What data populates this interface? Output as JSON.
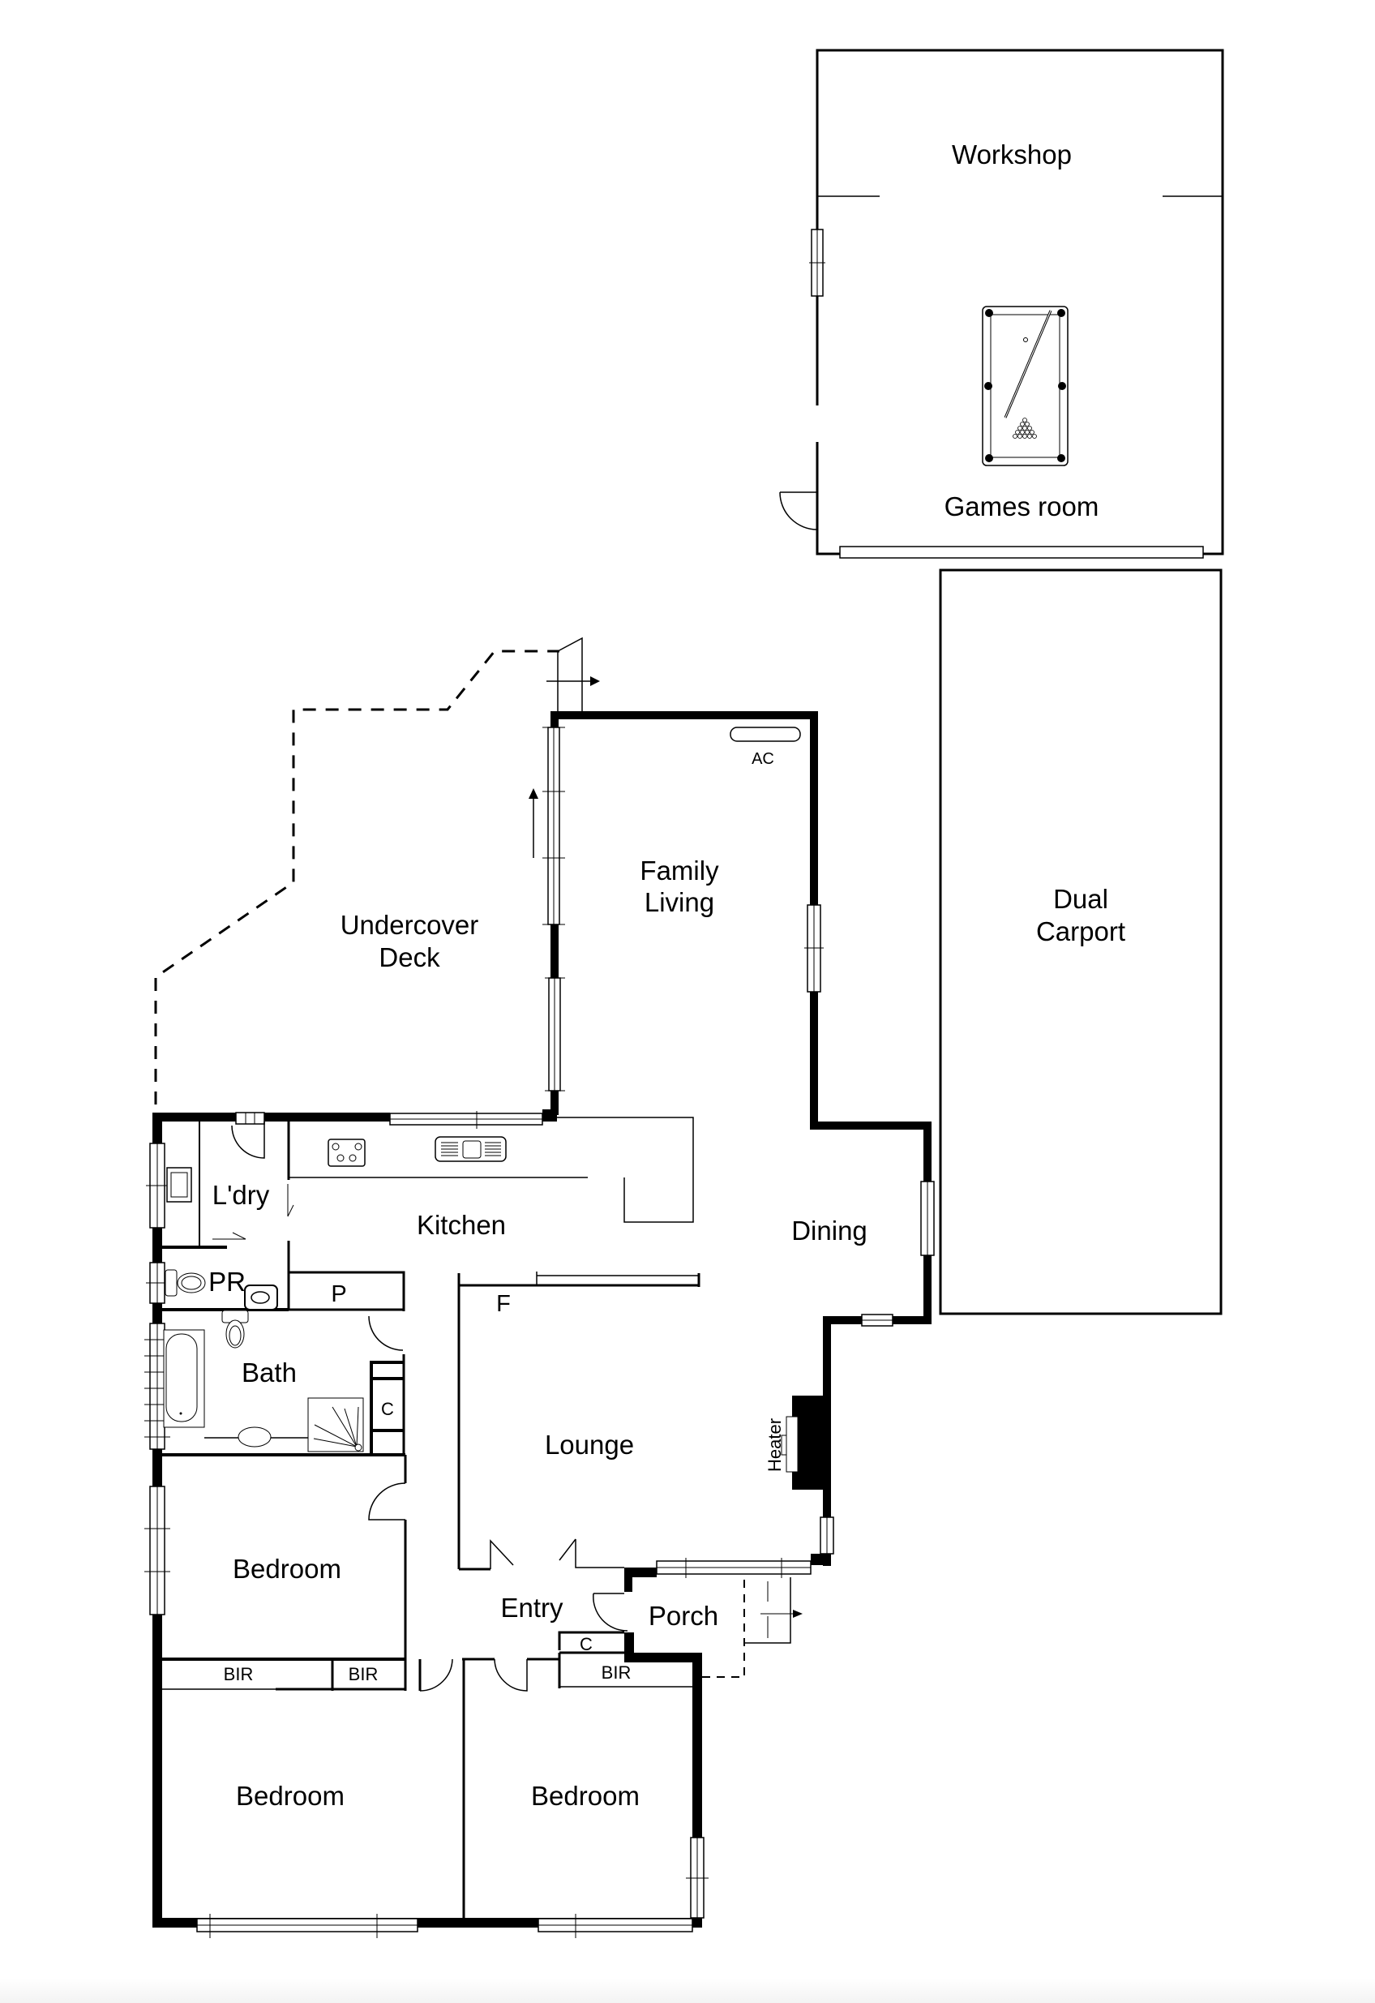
{
  "plan": {
    "type": "residential floor plan",
    "rooms": [
      {
        "id": "workshop",
        "label": "Workshop"
      },
      {
        "id": "games-room",
        "label": "Games room"
      },
      {
        "id": "dual-carport",
        "label_line1": "Dual",
        "label_line2": "Carport"
      },
      {
        "id": "undercover-deck",
        "label_line1": "Undercover",
        "label_line2": "Deck"
      },
      {
        "id": "family-living",
        "label_line1": "Family",
        "label_line2": "Living"
      },
      {
        "id": "laundry",
        "label": "L'dry"
      },
      {
        "id": "kitchen",
        "label": "Kitchen"
      },
      {
        "id": "dining",
        "label": "Dining"
      },
      {
        "id": "powder-room",
        "label": "PR"
      },
      {
        "id": "pantry",
        "label": "P"
      },
      {
        "id": "fridge",
        "label": "F"
      },
      {
        "id": "bath",
        "label": "Bath"
      },
      {
        "id": "bath-cupboard",
        "label": "C"
      },
      {
        "id": "lounge",
        "label": "Lounge"
      },
      {
        "id": "heater",
        "label": "Heater"
      },
      {
        "id": "bedroom-1",
        "label": "Bedroom"
      },
      {
        "id": "entry",
        "label": "Entry"
      },
      {
        "id": "porch",
        "label": "Porch"
      },
      {
        "id": "entry-cupboard",
        "label": "C"
      },
      {
        "id": "bir-1",
        "label": "BIR"
      },
      {
        "id": "bir-2",
        "label": "BIR"
      },
      {
        "id": "bir-3",
        "label": "BIR"
      },
      {
        "id": "bedroom-2",
        "label": "Bedroom"
      },
      {
        "id": "bedroom-3",
        "label": "Bedroom"
      }
    ],
    "fixtures": {
      "air_conditioner": "AC"
    }
  }
}
